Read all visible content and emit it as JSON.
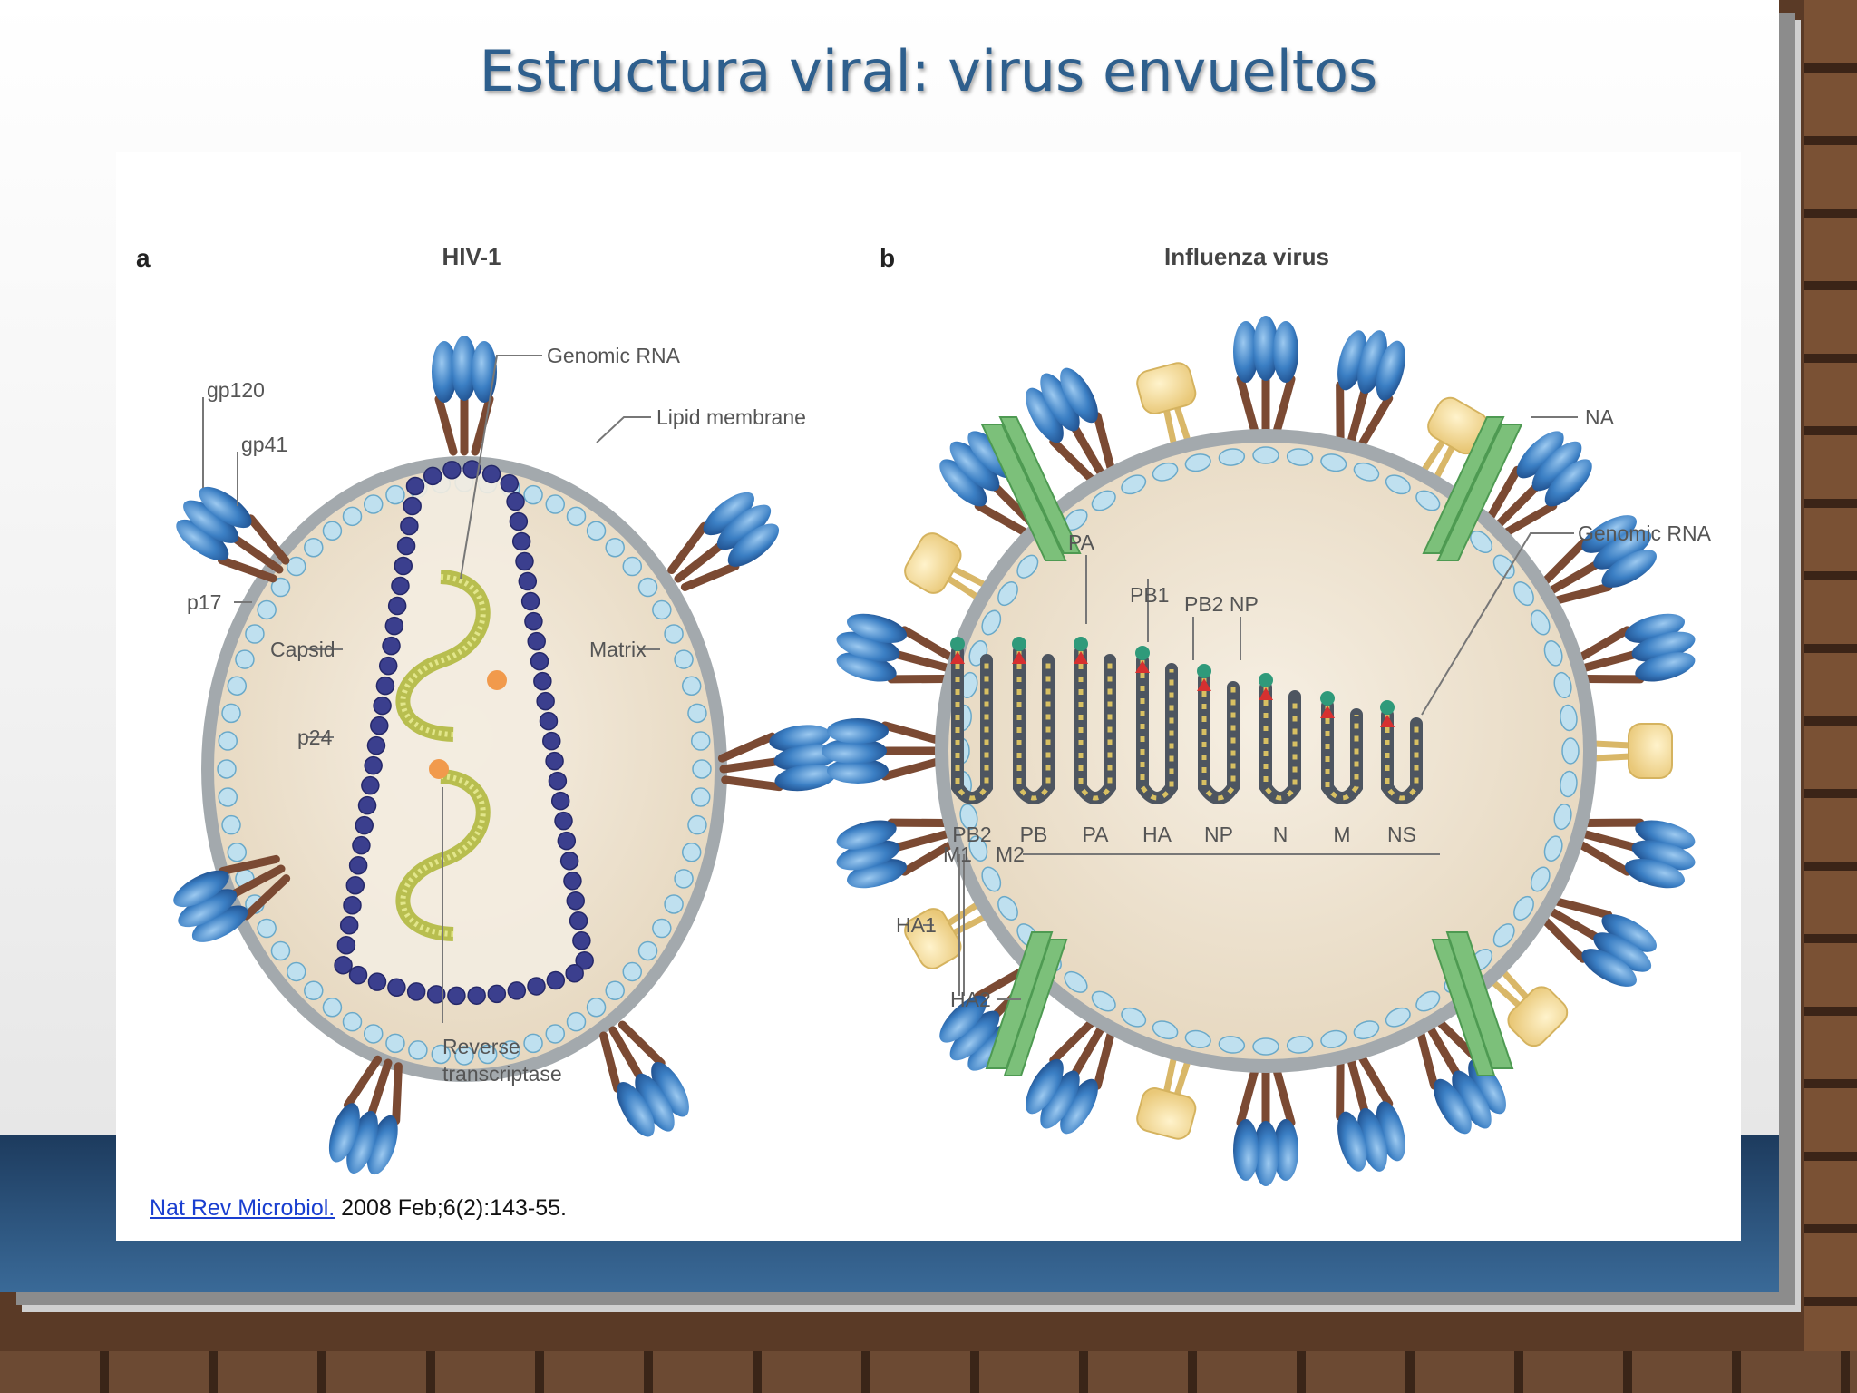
{
  "slide": {
    "title": "Estructura viral: virus envueltos",
    "citation": {
      "link_text": "Nat Rev Microbiol.",
      "rest": " 2008 Feb;6(2):143-55."
    }
  },
  "figure": {
    "panel_a": {
      "letter": "a",
      "title": "HIV-1",
      "labels": {
        "gp120": "gp120",
        "gp41": "gp41",
        "p17": "p17",
        "capsid": "Capsid",
        "p24": "p24",
        "genomic_rna": "Genomic RNA",
        "lipid_membrane": "Lipid membrane",
        "matrix": "Matrix",
        "reverse": "Reverse",
        "transcriptase": "transcriptase"
      }
    },
    "panel_b": {
      "letter": "b",
      "title": "Influenza virus",
      "labels": {
        "na": "NA",
        "genomic_rna": "Genomic RNA",
        "pa": "PA",
        "pb1": "PB1",
        "pb2_np": "PB2 NP",
        "m1": "M1",
        "m2": "M2",
        "ha1": "HA1",
        "ha2": "HA2"
      },
      "segments": [
        "PB2",
        "PB",
        "PA",
        "HA",
        "NP",
        "N",
        "M",
        "NS"
      ]
    },
    "colors": {
      "spike_blue": "#3b7fc4",
      "stalk_brown": "#7b4a33",
      "membrane_grey": "#a3a9ad",
      "matrix_light_blue": "#bfe0ef",
      "capsid_dark_blue": "#3b3f8e",
      "interior_beige": "#efe4d2",
      "rna_yellow": "#c9cf6a",
      "na_yellow": "#f5dd9a",
      "m2_green": "#7cc07a"
    }
  }
}
